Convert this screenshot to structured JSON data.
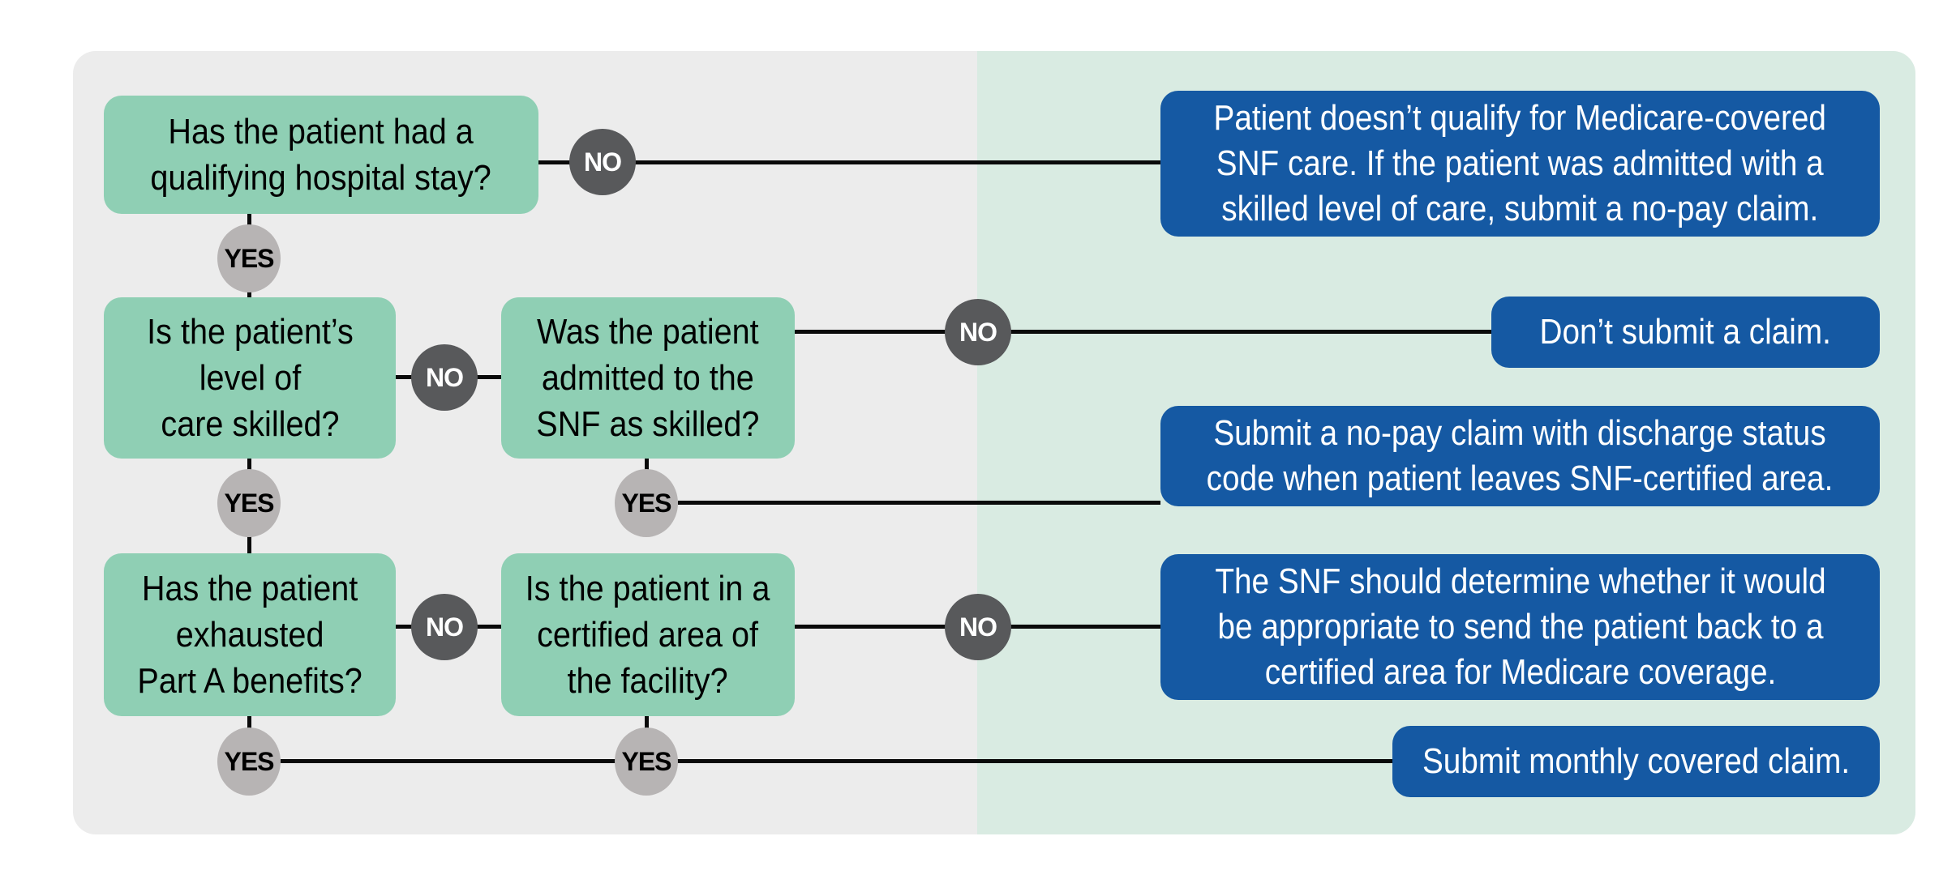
{
  "flow": {
    "questions": [
      {
        "id": "q1",
        "text": "Has the patient had a\nqualifying hospital stay?"
      },
      {
        "id": "q2",
        "text": "Is the patient’s\nlevel of\ncare skilled?"
      },
      {
        "id": "q3",
        "text": "Was the patient\nadmitted to the\nSNF as skilled?"
      },
      {
        "id": "q4",
        "text": "Has the patient\nexhausted\nPart A benefits?"
      },
      {
        "id": "q5",
        "text": "Is the patient in a\ncertified area of\nthe facility?"
      }
    ],
    "outcomes": [
      {
        "id": "o1",
        "text": "Patient doesn’t qualify for Medicare-covered\nSNF care. If the patient was admitted with a\nskilled level of care, submit a no-pay claim."
      },
      {
        "id": "o2",
        "text": "Don’t submit a claim."
      },
      {
        "id": "o3",
        "text": "Submit a no-pay claim with discharge status\ncode when patient leaves SNF-certified area."
      },
      {
        "id": "o4",
        "text": "The SNF should determine whether it would\nbe appropriate to send the patient back to a\ncertified area for Medicare coverage."
      },
      {
        "id": "o5",
        "text": "Submit monthly covered claim."
      }
    ],
    "labels": {
      "yes": "YES",
      "no": "NO"
    },
    "colors": {
      "question_box": "#8FCFB4",
      "outcome_box": "#1559A3",
      "no_badge": "#58595B",
      "yes_badge": "#B7B4B4",
      "panel_left": "#ECECEC",
      "panel_right": "#D9EBE2",
      "connector": "#0A0A0A"
    }
  }
}
